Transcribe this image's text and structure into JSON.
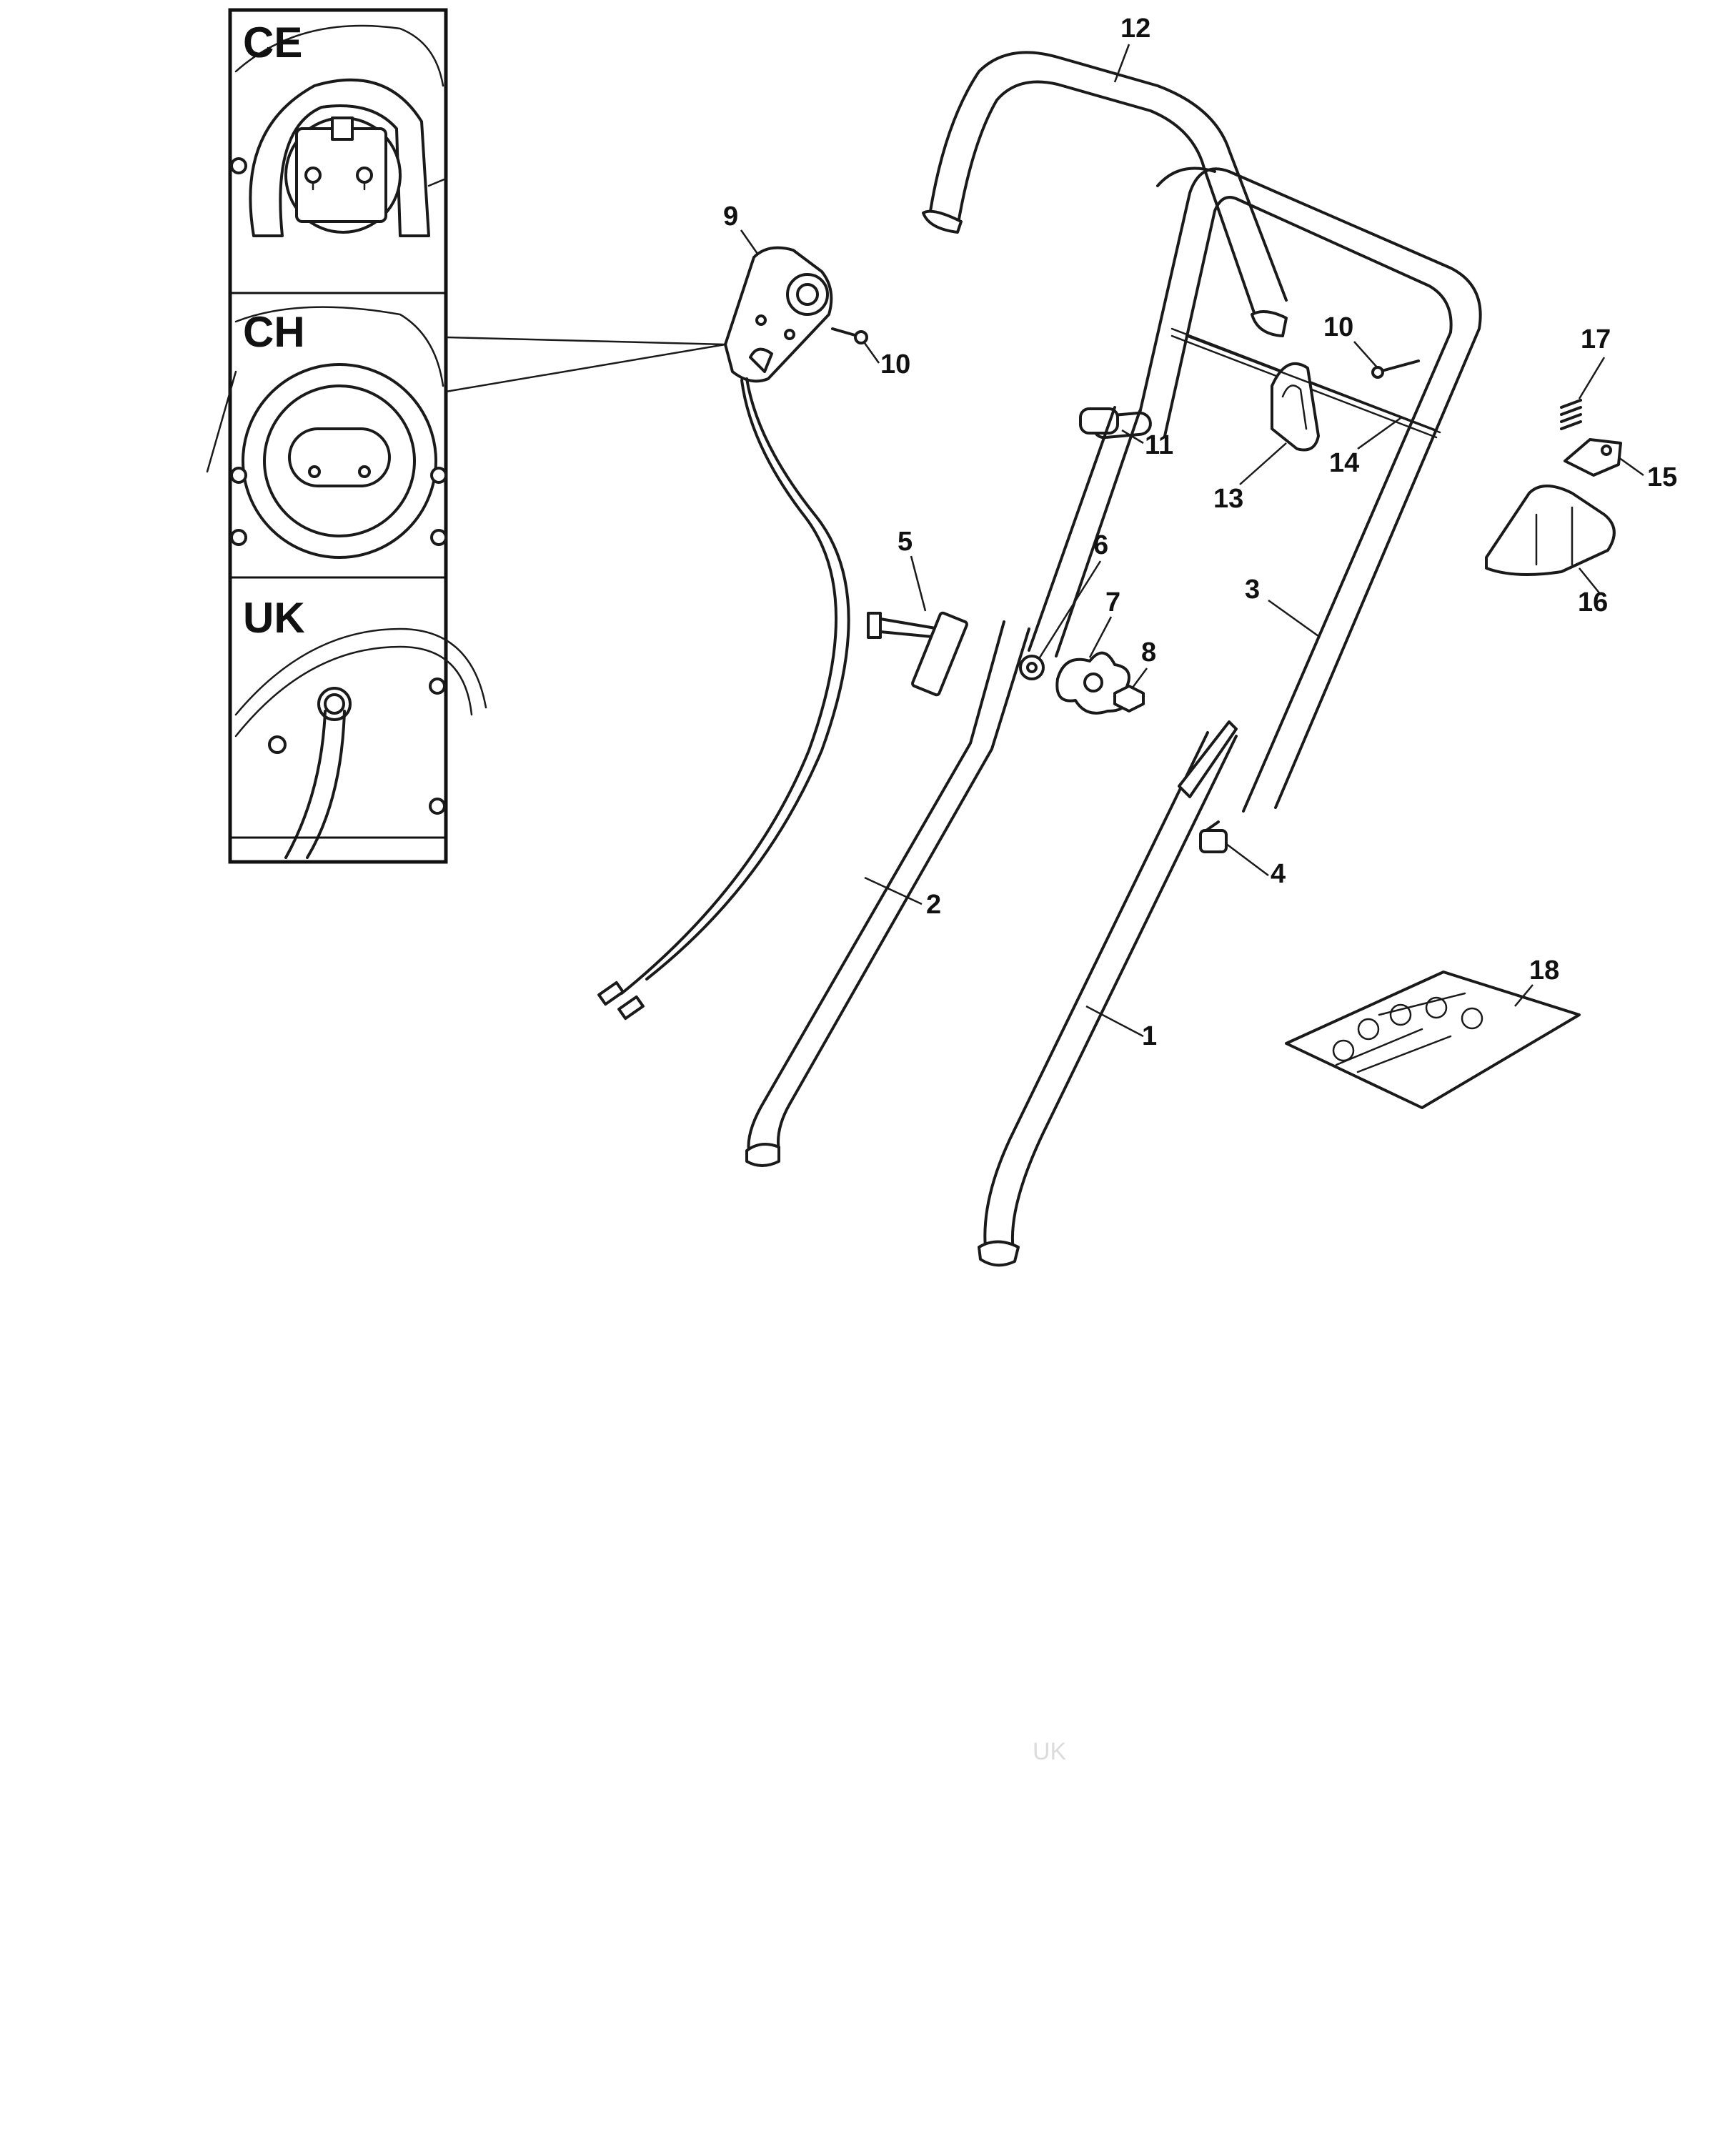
{
  "insets": [
    {
      "id": "ce",
      "label": "CE"
    },
    {
      "id": "ch",
      "label": "CH"
    },
    {
      "id": "uk",
      "label": "UK"
    }
  ],
  "callouts": [
    "1",
    "2",
    "3",
    "4",
    "5",
    "6",
    "7",
    "8",
    "9",
    "10",
    "10",
    "11",
    "12",
    "13",
    "14",
    "15",
    "16",
    "17",
    "18"
  ],
  "faint_text": {
    "uk": "UK"
  }
}
